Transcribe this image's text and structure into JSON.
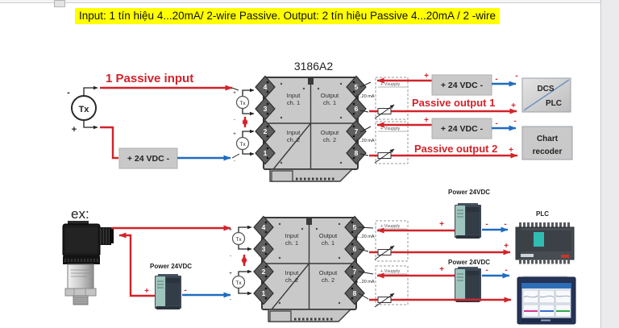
{
  "title": "Input: 1 tín hiệu 4...20mA/ 2-wire Passive. Output: 2 tín hiệu Passive 4...20mA / 2 -wire",
  "colors": {
    "red": "#d2232a",
    "blue": "#1f6cc0",
    "highlight": "#ffff00",
    "module_gray": "#c9c9c9"
  },
  "labels": {
    "tx": "Tx",
    "plus": "+",
    "minus": "-",
    "supply24": "+ 24 VDC -",
    "vsupply": "+ Vsupply",
    "range": "4...20 mA",
    "power24": "Power 24VDC"
  },
  "module": {
    "model": "3186A2",
    "terminals_left": [
      "4",
      "3",
      "2",
      "1"
    ],
    "terminals_right": [
      "5",
      "6",
      "7",
      "8"
    ],
    "quadrants": [
      {
        "line1": "Input",
        "line2": "ch. 1"
      },
      {
        "line1": "Output",
        "line2": "ch. 1"
      },
      {
        "line1": "Input",
        "line2": "ch. 2"
      },
      {
        "line1": "Output",
        "line2": "ch. 2"
      }
    ]
  },
  "top_diagram": {
    "input_label": "1 Passive input",
    "output1_label": "Passive output 1",
    "output2_label": "Passive output 2",
    "dcs_box": {
      "line1": "DCS",
      "line2": "PLC"
    },
    "chart_box": {
      "line1": "Chart",
      "line2": "recoder"
    }
  },
  "bottom_diagram": {
    "example_label": "ex:",
    "plc_label": "PLC"
  }
}
